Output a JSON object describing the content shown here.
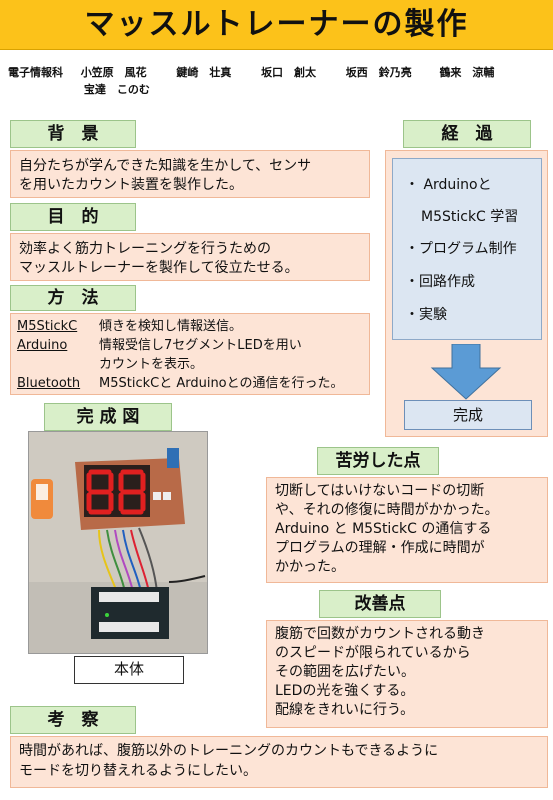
{
  "title": "マッスルトレーナーの製作",
  "authors": {
    "dept": "電子情報科",
    "line1": [
      "小笠原　風花",
      "鍵崎　壮真",
      "坂口　創太",
      "坂西　鈴乃亮",
      "鶴来　涼輔"
    ],
    "line2": "宝達　このむ"
  },
  "background": {
    "heading": "背　景",
    "text": [
      "自分たちが学んできた知識を生かして、センサ",
      "を用いたカウント装置を製作した。"
    ]
  },
  "purpose": {
    "heading": "目　的",
    "text": [
      "効率よく筋力トレーニングを行うための",
      "マッスルトレーナーを製作して役立たせる。"
    ]
  },
  "method": {
    "heading": "方　法",
    "rows": [
      {
        "label": "M5StickC",
        "desc": "傾きを検知し情報送信。"
      },
      {
        "label": "Arduino",
        "desc": "情報受信し7セグメントLEDを用い"
      },
      {
        "label": "",
        "desc": "カウントを表示。"
      },
      {
        "label": "Bluetooth",
        "desc": "M5StickCと Arduinoとの通信を行った。"
      }
    ]
  },
  "progress": {
    "heading": "経　過",
    "items": [
      "・ Arduinoと",
      "M5StickC 学習",
      "・プログラム制作",
      "・回路作成",
      "・実験"
    ],
    "result": "完成"
  },
  "completed": {
    "heading": "完 成 図",
    "caption": "本体"
  },
  "hardships": {
    "heading": "苦労した点",
    "text": [
      "切断してはいけないコードの切断",
      "や、それの修復に時間がかかった。",
      "Arduino と M5StickC の通信する",
      "プログラムの理解・作成に時間が",
      "かかった。"
    ]
  },
  "improvements": {
    "heading": "改善点",
    "text": [
      "腹筋で回数がカウントされる動き",
      "のスピードが限られているから",
      "その範囲を広げたい。",
      "LEDの光を強くする。",
      "配線をきれいに行う。"
    ]
  },
  "discussion": {
    "heading": "考　察",
    "text": [
      "時間があれば、腹筋以外のトレーニングのカウントもできるように",
      "モードを切り替えれるようにしたい。"
    ]
  },
  "colors": {
    "title_bg": "#fcc21a",
    "heading_bg": "#d9efc9",
    "body_bg": "#fde4d6",
    "progress_bg": "#dce6f2",
    "arrow": "#5b9bd5",
    "segment_red": "#e02020"
  }
}
